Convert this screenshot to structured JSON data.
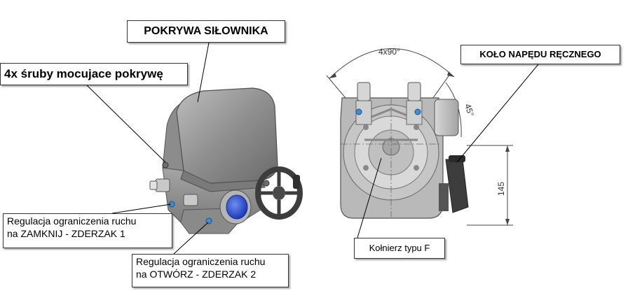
{
  "labels": {
    "cover": "POKRYWA SIŁOWNIKA",
    "screws": "4x śruby mocujace pokrywę",
    "limit_close_line1": "Regulacja ograniczenia ruchu",
    "limit_close_line2": "na ZAMKNIJ - ZDERZAK 1",
    "limit_open_line1": "Regulacja ograniczenia ruchu",
    "limit_open_line2": "na OTWÓRZ  - ZDERZAK 2",
    "handwheel": "KOŁO NAPĘDU RĘCZNEGO",
    "flange": "Kołnierz typu F"
  },
  "dimensions": {
    "angle_top": "4x90°",
    "angle_side": "45°",
    "height": "145"
  },
  "colors": {
    "housing": "#9a9a9a",
    "housing_dark": "#6f6f6f",
    "housing_light": "#c8c8c8",
    "accent_blue": "#2f55d4",
    "stopper_blue": "#3a8fd8",
    "handwheel": "#3d3d3d"
  }
}
